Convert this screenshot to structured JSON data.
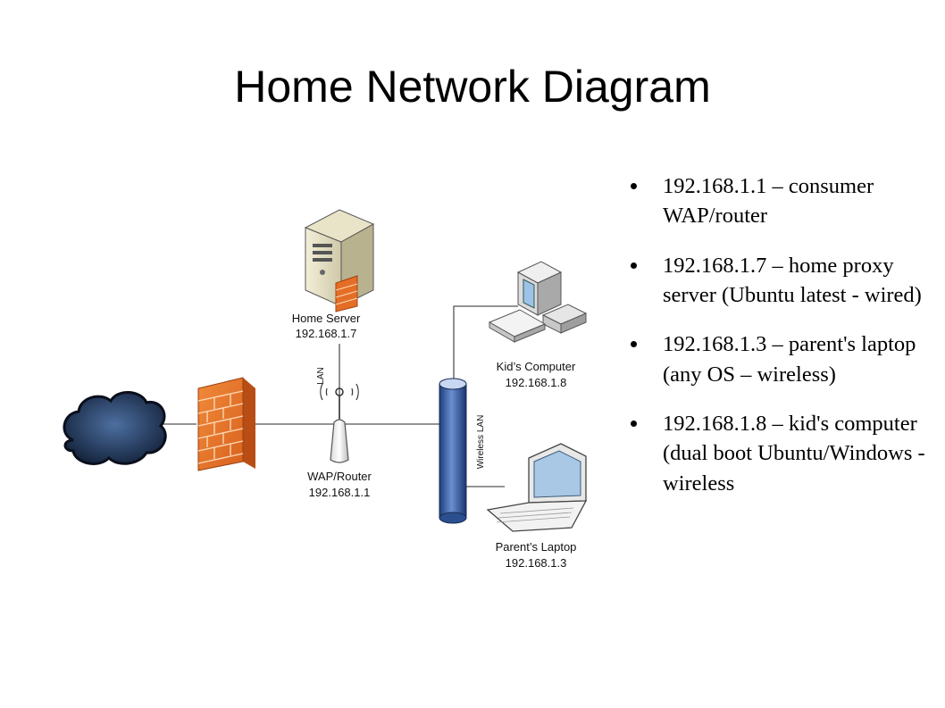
{
  "title": "Home Network Diagram",
  "diagram": {
    "home_server": {
      "name": "Home Server",
      "ip": "192.168.1.7"
    },
    "router": {
      "name": "WAP/Router",
      "ip": "192.168.1.1"
    },
    "kids_computer": {
      "name": "Kid’s Computer",
      "ip": "192.168.1.8"
    },
    "parents_laptop": {
      "name": "Parent’s Laptop",
      "ip": "192.168.1.3"
    },
    "lan_label": "LAN",
    "wireless_lan_label": "Wireless LAN"
  },
  "bullets": [
    "192.168.1.1 – consumer WAP/router",
    "192.168.1.7 – home proxy server (Ubuntu latest - wired)",
    "192.168.1.3 – parent's laptop (any OS – wireless)",
    "192.168.1.8 – kid's computer (dual boot Ubuntu/Windows - wireless"
  ]
}
